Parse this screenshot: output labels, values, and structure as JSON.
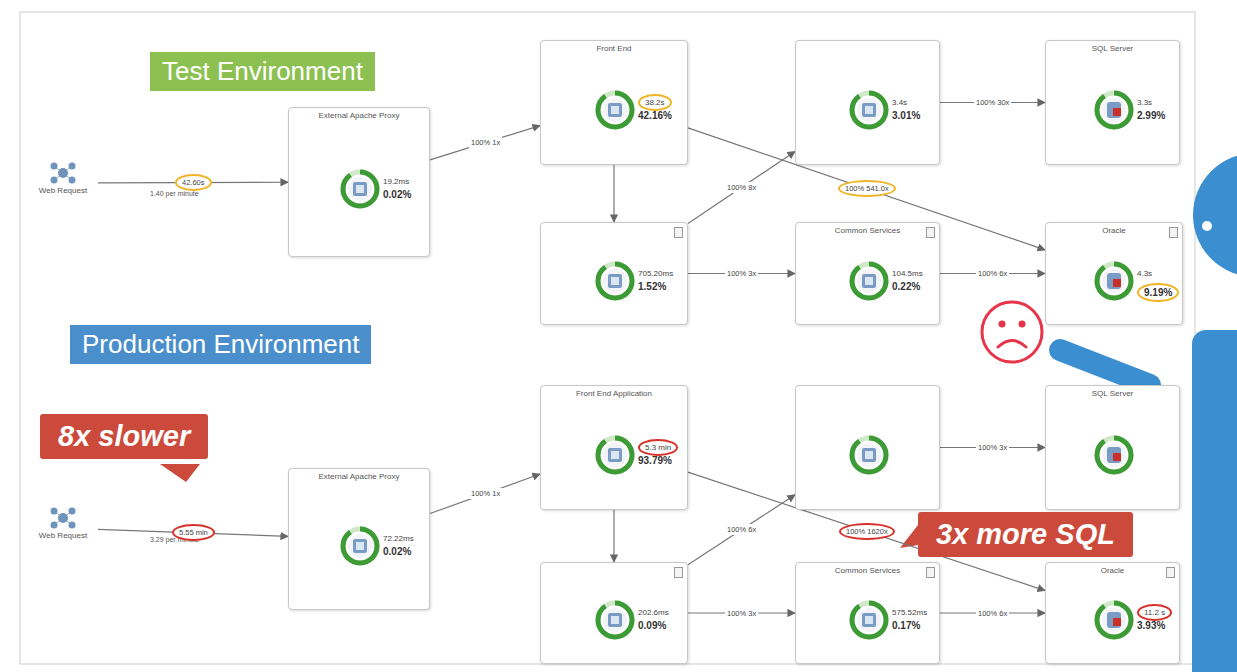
{
  "diagram": {
    "nodes": [
      {
        "text": [
          "Test Environment"
        ]
      },
      {
        "text": [
          "Web Request"
        ]
      },
      {
        "text": [
          "External Apache Proxy",
          "19.2ms",
          "0.02%"
        ]
      },
      {
        "text": [
          "Front End",
          "38.2s",
          "42.16%"
        ]
      },
      {
        "text": [
          "705.20ms",
          "1.52%"
        ]
      },
      {
        "text": [
          "3.4s",
          "3.01%"
        ]
      },
      {
        "text": [
          "Common Services",
          "104.5ms",
          "0.22%"
        ]
      },
      {
        "text": [
          "SQL Server",
          "3.3s",
          "2.99%"
        ]
      },
      {
        "text": [
          "Oracle",
          "4.3s",
          "9.19%"
        ]
      },
      {
        "text": [
          "Production Environment"
        ]
      },
      {
        "text": [
          "8x slower"
        ]
      },
      {
        "text": [
          "Web Request"
        ]
      },
      {
        "text": [
          "External Apache Proxy",
          "72.22ms",
          "0.02%"
        ]
      },
      {
        "text": [
          "Front End Application",
          "5.3 min",
          "93.79%"
        ]
      },
      {
        "text": [
          "202.6ms",
          "0.09%"
        ]
      },
      {
        "text": []
      },
      {
        "text": [
          "Common Services",
          "575.52ms",
          "0.17%"
        ]
      },
      {
        "text": [
          "SQL Server"
        ]
      },
      {
        "text": [
          "Oracle",
          "11.2 s",
          "3.93%"
        ]
      },
      {
        "text": [
          "3x more SQL"
        ]
      }
    ],
    "edges": [
      {
        "from": 1,
        "to": 2,
        "arrow": "to",
        "label": "42.60s"
      },
      {
        "from": 2,
        "to": 3,
        "arrow": "to",
        "label": "100% 1x"
      },
      {
        "from": 3,
        "to": 4,
        "arrow": "to"
      },
      {
        "from": 4,
        "to": 5,
        "arrow": "to",
        "label": "100% 8x"
      },
      {
        "from": 4,
        "to": 6,
        "arrow": "to",
        "label": "100% 3x"
      },
      {
        "from": 5,
        "to": 7,
        "arrow": "to",
        "label": "100% 30x"
      },
      {
        "from": 3,
        "to": 8,
        "arrow": "to",
        "label": "100% 541.0x"
      },
      {
        "from": 6,
        "to": 8,
        "arrow": "to",
        "label": "100% 6x"
      },
      {
        "from": 11,
        "to": 12,
        "arrow": "to",
        "label": "5.55 min"
      },
      {
        "from": 12,
        "to": 13,
        "arrow": "to",
        "label": "100% 1x"
      },
      {
        "from": 13,
        "to": 14,
        "arrow": "to"
      },
      {
        "from": 14,
        "to": 15,
        "arrow": "to",
        "label": "100% 6x"
      },
      {
        "from": 14,
        "to": 16,
        "arrow": "to",
        "label": "100% 3x"
      },
      {
        "from": 15,
        "to": 17,
        "arrow": "to",
        "label": "100% 3x"
      },
      {
        "from": 13,
        "to": 18,
        "arrow": "to",
        "label": "100% 1620x"
      },
      {
        "from": 16,
        "to": 18,
        "arrow": "to",
        "label": "100% 6x"
      }
    ],
    "labels": [
      "1.40 per minute",
      "3.29 per minute"
    ]
  }
}
